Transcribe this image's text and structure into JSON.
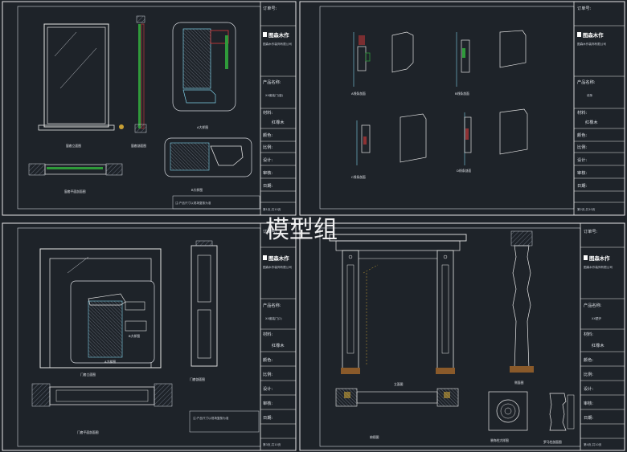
{
  "watermark": "模型组",
  "sheets": [
    {
      "id": "sheet-1",
      "title_block": {
        "number_label": "订单号:",
        "logo_text": "图森木作",
        "company": "图森木作装饰有限公司",
        "product_label": "产品名称:",
        "product_value": "XX套装门(窗)",
        "material_label": "材料:",
        "material_value": "红橡木",
        "color_label": "颜色:",
        "scale_label": "比例:",
        "designer_label": "设计:",
        "checker_label": "审核:",
        "date_label": "日期:",
        "page_label": "第1页,共10页"
      },
      "labels": [
        "窗套立面图",
        "窗套剖面图",
        "A大样图",
        "B大样图",
        "窗套平面剖面图"
      ],
      "note": "注:产品尺寸以现场复核为准"
    },
    {
      "id": "sheet-2",
      "title_block": {
        "number_label": "订单号:",
        "logo_text": "图森木作",
        "company": "图森木作装饰有限公司",
        "product_label": "产品名称:",
        "product_value": "线条",
        "material_label": "材料:",
        "material_value": "红橡木",
        "color_label": "颜色:",
        "scale_label": "比例:",
        "designer_label": "设计:",
        "checker_label": "审核:",
        "date_label": "日期:",
        "page_label": "第2页,共10页"
      },
      "labels": [
        "A线条剖面",
        "B线条剖面",
        "C线条剖面",
        "D线条剖面"
      ]
    },
    {
      "id": "sheet-3",
      "title_block": {
        "number_label": "订单号:",
        "logo_text": "图森木作",
        "company": "图森木作装饰有限公司",
        "product_label": "产品名称:",
        "product_value": "XX套装门(2)",
        "material_label": "材料:",
        "material_value": "红橡木",
        "color_label": "颜色:",
        "scale_label": "比例:",
        "designer_label": "设计:",
        "checker_label": "审核:",
        "date_label": "日期:",
        "page_label": "第3页,共10页"
      },
      "labels": [
        "门套立面图",
        "门套剖面图",
        "A大样图",
        "B大样图",
        "门套平面剖面图"
      ],
      "note": "注:产品尺寸以现场复核为准"
    },
    {
      "id": "sheet-4",
      "title_block": {
        "number_label": "订单号:",
        "logo_text": "图森木作",
        "company": "图森木作装饰有限公司",
        "product_label": "产品名称:",
        "product_value": "XX壁炉",
        "material_label": "材料:",
        "material_value": "红橡木",
        "color_label": "颜色:",
        "scale_label": "比例:",
        "designer_label": "设计:",
        "checker_label": "审核:",
        "date_label": "日期:",
        "page_label": "第4页,共10页"
      },
      "labels": [
        "立面图",
        "侧面图",
        "俯视图",
        "装饰柱大样图",
        "罗马柱剖面图"
      ]
    }
  ]
}
